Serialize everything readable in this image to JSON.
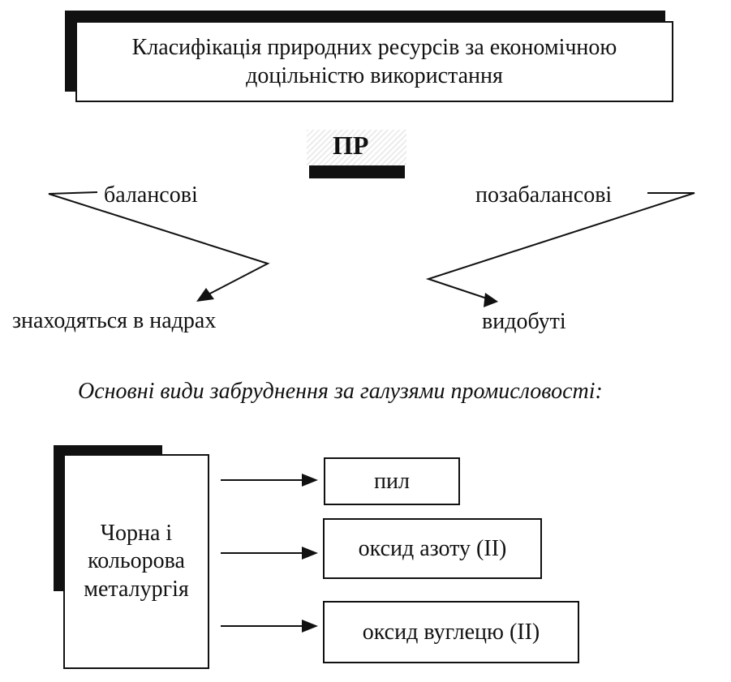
{
  "title": {
    "line1": "Класифікація природних ресурсів за економічною",
    "line2": "доцільністю використання"
  },
  "root": "ПР",
  "branches": {
    "left_label": "балансові",
    "left_target": "знаходяться в надрах",
    "right_label": "позабалансові",
    "right_target": "видобуті"
  },
  "section_heading": "Основні види забруднення за галузями промисловості:",
  "industry": {
    "line1": "Чорна і",
    "line2": "кольорова",
    "line3": "металургія"
  },
  "pollutants": [
    "пил",
    "оксид азоту (II)",
    "оксид вуглецю (II)"
  ]
}
